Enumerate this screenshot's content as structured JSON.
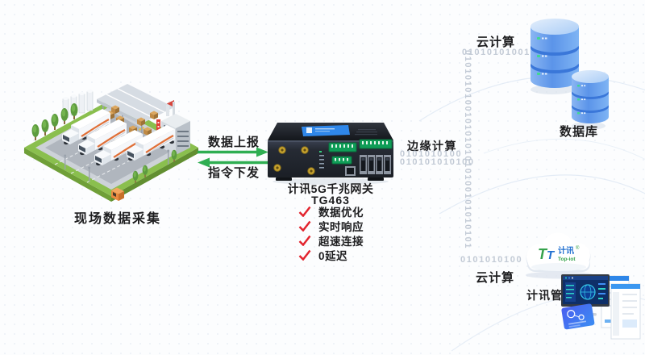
{
  "meta": {
    "type": "iot-edge-computing-diagram"
  },
  "colors": {
    "label_text": "#1d1d1f",
    "binary_text": "#c2cad5",
    "arrow_green": "#2fae52",
    "check_red": "#e2242e",
    "device_label_blue": "#2f87ea",
    "database_blue": "#5b94e9"
  },
  "factory": {
    "caption": "现场数据采集"
  },
  "link": {
    "upload_label": "数据上报",
    "download_label": "指令下发"
  },
  "gateway": {
    "title": "计讯5G千兆网关",
    "model": "TG463",
    "features": [
      "数据优化",
      "实时响应",
      "超速连接",
      "0延迟"
    ]
  },
  "edge": {
    "caption": "边缘计算",
    "binary_rows": [
      "0101010100",
      "010101010100"
    ]
  },
  "stream": {
    "vertical_binary": "01010101001010101010100101010101"
  },
  "cloud_top": {
    "caption": "云计算",
    "binary": "010101010010"
  },
  "database": {
    "caption": "数据库"
  },
  "cloud_bottom": {
    "caption": "云计算",
    "binary": "0101010100",
    "logo": {
      "monogram_1": "T",
      "monogram_2": "T",
      "cn": "计讯",
      "reg": "®",
      "en": "Top-iot"
    }
  },
  "platform": {
    "caption": "计讯管理"
  }
}
